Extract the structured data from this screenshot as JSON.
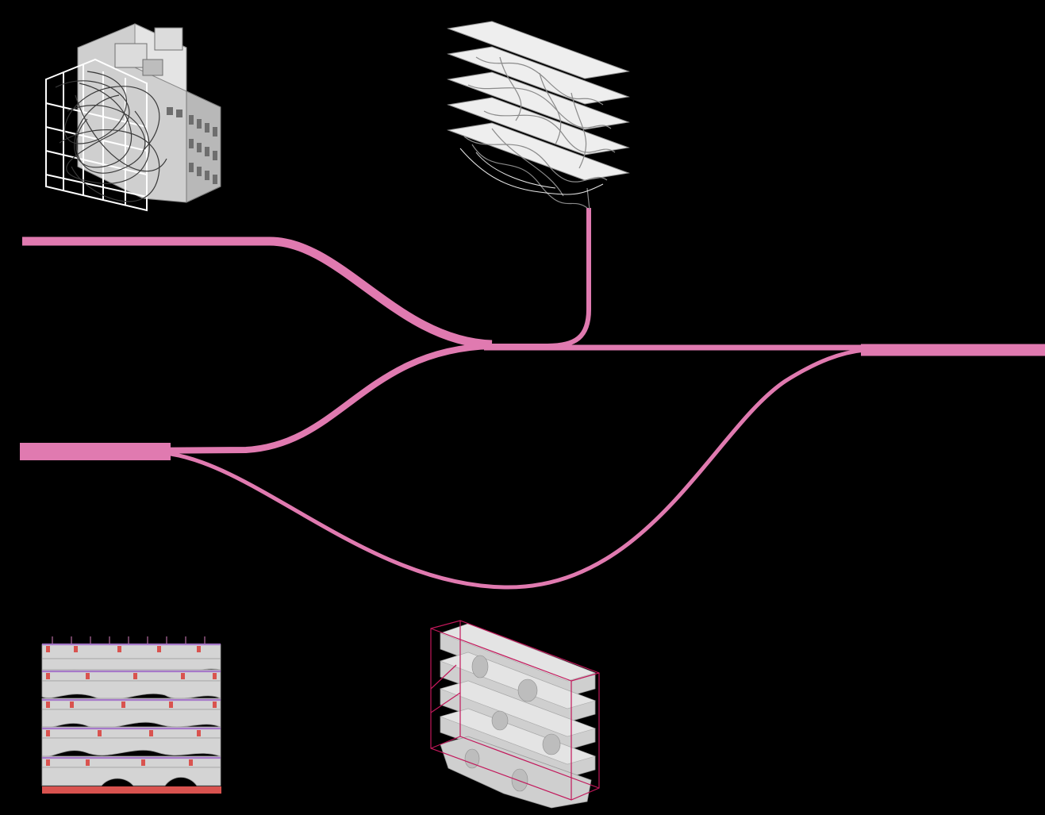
{
  "diagram": {
    "background": "#000000",
    "flow_color": "#e07ab0",
    "accent_red": "#d9534f",
    "model_gray": "#c8c8c8",
    "line_gray": "#555555",
    "wire_magenta": "#c2185b",
    "nodes": [
      {
        "id": "building-facade-model",
        "icon": "isometric-building-with-tangled-wire-icon"
      },
      {
        "id": "stacked-slabs-model",
        "icon": "exploded-floor-slabs-icon"
      },
      {
        "id": "floor-section-model",
        "icon": "section-elevation-drawing-icon"
      },
      {
        "id": "voxel-structure-model",
        "icon": "isometric-mesh-structure-icon"
      }
    ],
    "flows": [
      {
        "id": "flow-upper-left"
      },
      {
        "id": "flow-lower-left"
      },
      {
        "id": "flow-from-slabs"
      },
      {
        "id": "flow-lower-loop"
      },
      {
        "id": "flow-output"
      }
    ]
  }
}
